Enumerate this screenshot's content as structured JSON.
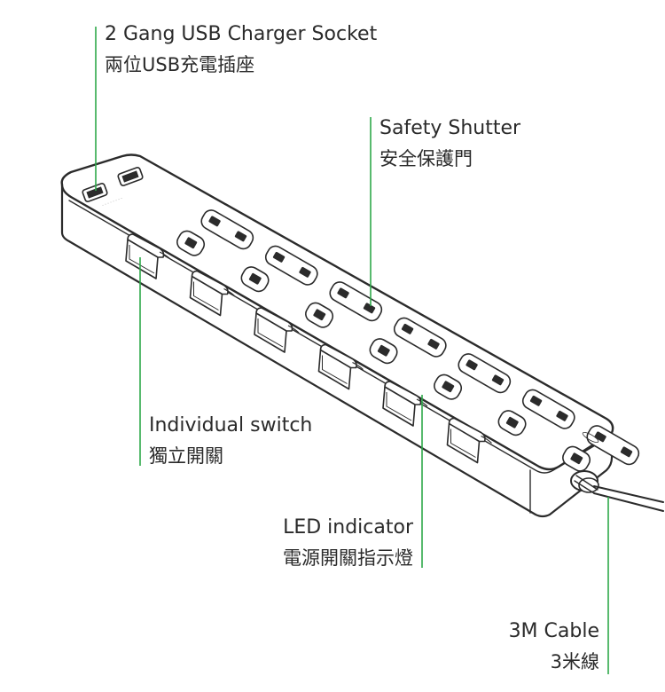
{
  "colors": {
    "leader": "#2ea84a",
    "outline": "#2b2b2b",
    "body": "#ffffff",
    "socket_hole": "#2b2b2b"
  },
  "callouts": {
    "usb": {
      "en": "2 Gang USB Charger Socket",
      "zh": "兩位USB充電插座"
    },
    "shutter": {
      "en": "Safety Shutter",
      "zh": "安全保護門"
    },
    "switch": {
      "en": "Individual switch",
      "zh": "獨立開關"
    },
    "led": {
      "en": "LED indicator",
      "zh": "電源開關指示燈"
    },
    "cable": {
      "en": "3M Cable",
      "zh": "3米線"
    }
  },
  "product": {
    "outlet_count": 7,
    "usb_port_count": 2,
    "switch_count": 6
  }
}
